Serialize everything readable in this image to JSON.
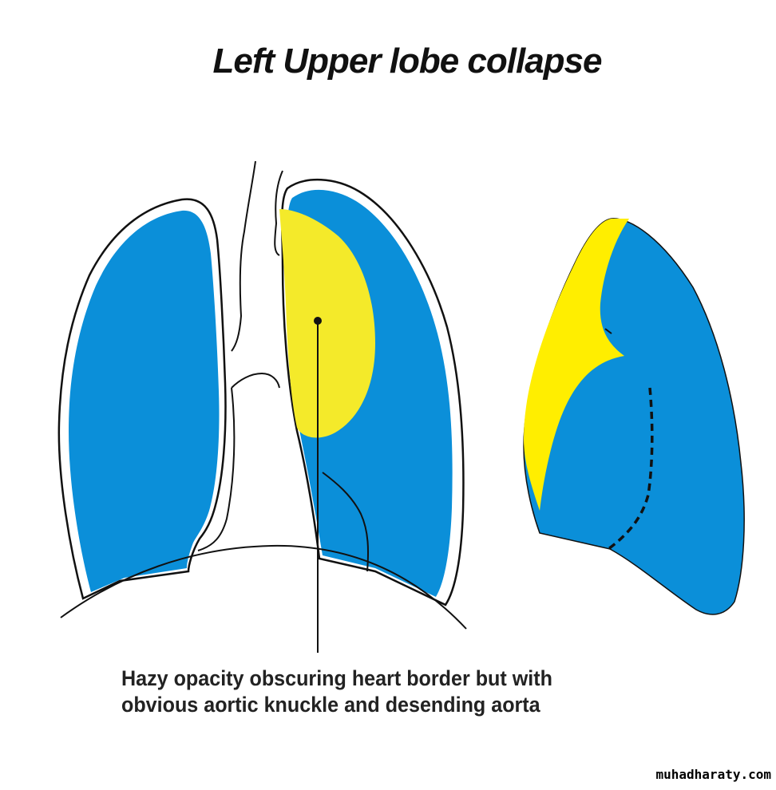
{
  "title": "Left Upper lobe collapse",
  "caption": {
    "line1": "Hazy opacity obscuring heart border but with",
    "line2": "obvious aortic knuckle and desending aorta"
  },
  "watermark": "muhadharaty.com",
  "colors": {
    "lung": "#0b8fd9",
    "collapse": "#f4ea2a",
    "lateral_collapse": "#ffee00",
    "outline": "#111111"
  }
}
